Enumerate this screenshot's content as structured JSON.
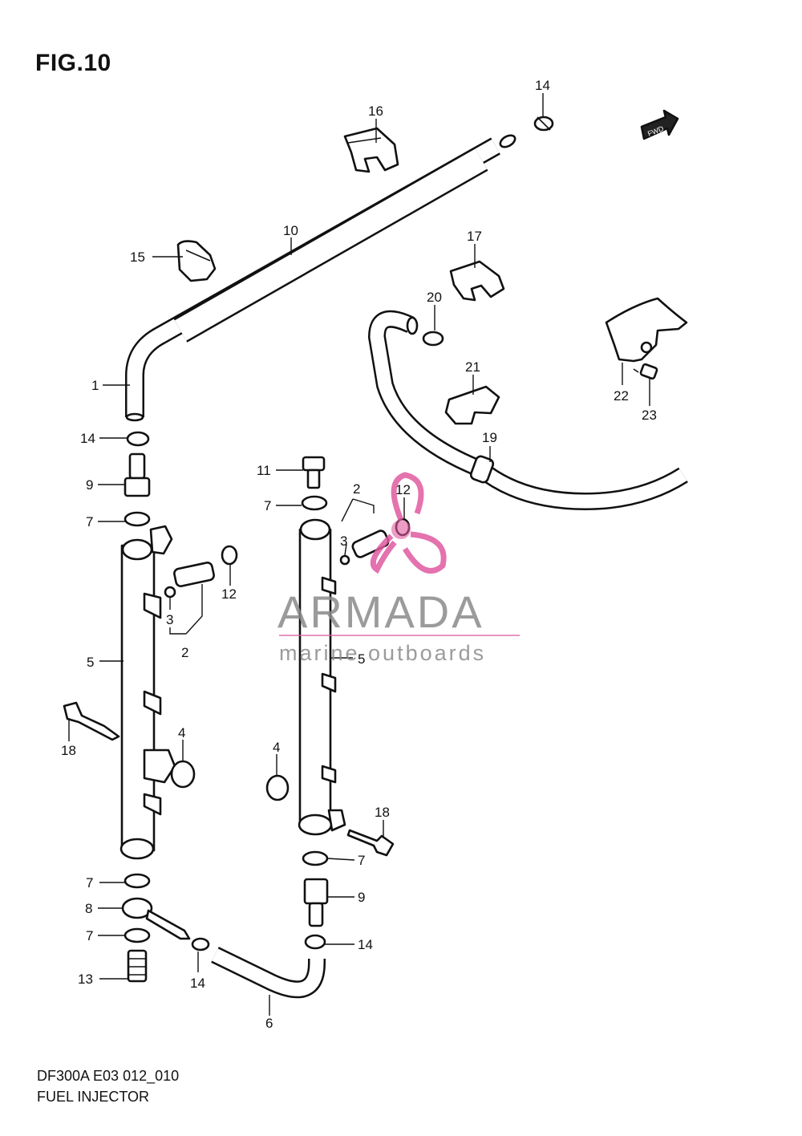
{
  "figure": {
    "title": "FIG.10",
    "model_code": "DF300A E03 012_010",
    "section_name": "FUEL INJECTOR",
    "direction_badge": "FWD"
  },
  "watermark": {
    "brand": "ARMADA",
    "tagline": "marine outboards",
    "brand_color": "#8a8a8a",
    "logo_color": "#e05aa0"
  },
  "callouts": [
    {
      "id": "c14a",
      "label": "14"
    },
    {
      "id": "c16",
      "label": "16"
    },
    {
      "id": "c10",
      "label": "10"
    },
    {
      "id": "c15",
      "label": "15"
    },
    {
      "id": "c17",
      "label": "17"
    },
    {
      "id": "c20",
      "label": "20"
    },
    {
      "id": "c1",
      "label": "1"
    },
    {
      "id": "c21",
      "label": "21"
    },
    {
      "id": "c22",
      "label": "22"
    },
    {
      "id": "c23",
      "label": "23"
    },
    {
      "id": "c19",
      "label": "19"
    },
    {
      "id": "c14b",
      "label": "14"
    },
    {
      "id": "c9a",
      "label": "9"
    },
    {
      "id": "c11",
      "label": "11"
    },
    {
      "id": "c2a",
      "label": "2"
    },
    {
      "id": "c12a",
      "label": "12"
    },
    {
      "id": "c7a",
      "label": "7"
    },
    {
      "id": "c7b",
      "label": "7"
    },
    {
      "id": "c3a",
      "label": "3"
    },
    {
      "id": "c12b",
      "label": "12"
    },
    {
      "id": "c3b",
      "label": "3"
    },
    {
      "id": "c2b",
      "label": "2"
    },
    {
      "id": "c5a",
      "label": "5"
    },
    {
      "id": "c5b",
      "label": "5"
    },
    {
      "id": "c4a",
      "label": "4"
    },
    {
      "id": "c18a",
      "label": "18"
    },
    {
      "id": "c4b",
      "label": "4"
    },
    {
      "id": "c18b",
      "label": "18"
    },
    {
      "id": "c7c",
      "label": "7"
    },
    {
      "id": "c7d",
      "label": "7"
    },
    {
      "id": "c9b",
      "label": "9"
    },
    {
      "id": "c8",
      "label": "8"
    },
    {
      "id": "c7e",
      "label": "7"
    },
    {
      "id": "c14c",
      "label": "14"
    },
    {
      "id": "c13",
      "label": "13"
    },
    {
      "id": "c14d",
      "label": "14"
    },
    {
      "id": "c6",
      "label": "6"
    }
  ]
}
